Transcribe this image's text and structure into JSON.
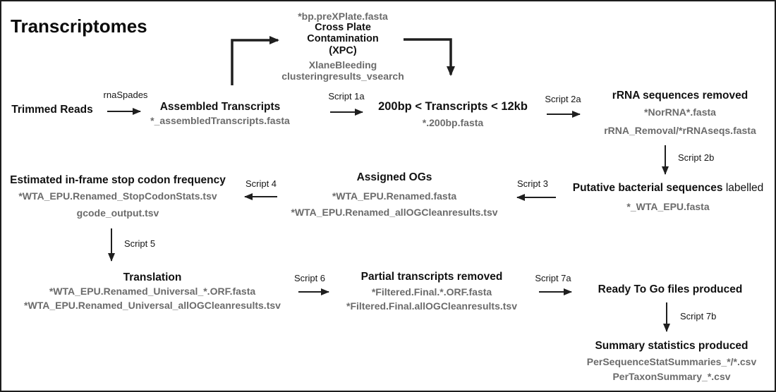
{
  "title": "Transcriptomes",
  "colors": {
    "background": "#ffffff",
    "border": "#1d1d1d",
    "title_text": "#0b0b0b",
    "node_title_text": "#111111",
    "file_text": "#6b6b6b",
    "arrow": "#1f1f1f"
  },
  "nodes": {
    "xpc": {
      "file_above": "*bp.preXPlate.fasta",
      "title1": "Cross Plate",
      "title2": "Contamination",
      "title3": "(XPC)",
      "files": [
        "XlaneBleeding",
        "clusteringresults_vsearch"
      ]
    },
    "trimmed_reads": {
      "title": "Trimmed Reads"
    },
    "assembled_transcripts": {
      "title": "Assembled Transcripts",
      "files": [
        "*_assembledTranscripts.fasta"
      ]
    },
    "size_filtered": {
      "title": "200bp < Transcripts < 12kb",
      "files": [
        "*.200bp.fasta"
      ]
    },
    "rrna_removed": {
      "title": "rRNA sequences removed",
      "files": [
        "*NorRNA*.fasta",
        "rRNA_Removal/*rRNAseqs.fasta"
      ]
    },
    "bacterial_labelled": {
      "title": "Putative bacterial sequences",
      "title_suffix": "labelled",
      "files": [
        "*_WTA_EPU.fasta"
      ]
    },
    "assigned_ogs": {
      "title": "Assigned OGs",
      "files": [
        "*WTA_EPU.Renamed.fasta",
        "*WTA_EPU.Renamed_allOGCleanresults.tsv"
      ]
    },
    "stop_codon_frequency": {
      "title": "Estimated in-frame stop codon frequency",
      "files": [
        "*WTA_EPU.Renamed_StopCodonStats.tsv",
        "gcode_output.tsv"
      ]
    },
    "translation": {
      "title": "Translation",
      "files": [
        "*WTA_EPU.Renamed_Universal_*.ORF.fasta",
        "*WTA_EPU.Renamed_Universal_allOGCleanresults.tsv"
      ]
    },
    "partial_removed": {
      "title": "Partial transcripts removed",
      "files": [
        "*Filtered.Final.*.ORF.fasta",
        "*Filtered.Final.allOGCleanresults.tsv"
      ]
    },
    "ready_to_go": {
      "title": "Ready To Go files produced"
    },
    "summary_statistics": {
      "title": "Summary statistics produced",
      "files": [
        "PerSequenceStatSummaries_*/*.csv",
        "PerTaxonSummary_*.csv"
      ]
    }
  },
  "edge_labels": {
    "rnaspades": "rnaSpades",
    "script_1a": "Script 1a",
    "script_2a": "Script 2a",
    "script_2b": "Script 2b",
    "script_3": "Script 3",
    "script_4": "Script 4",
    "script_5": "Script 5",
    "script_6": "Script 6",
    "script_7a": "Script 7a",
    "script_7b": "Script 7b"
  }
}
